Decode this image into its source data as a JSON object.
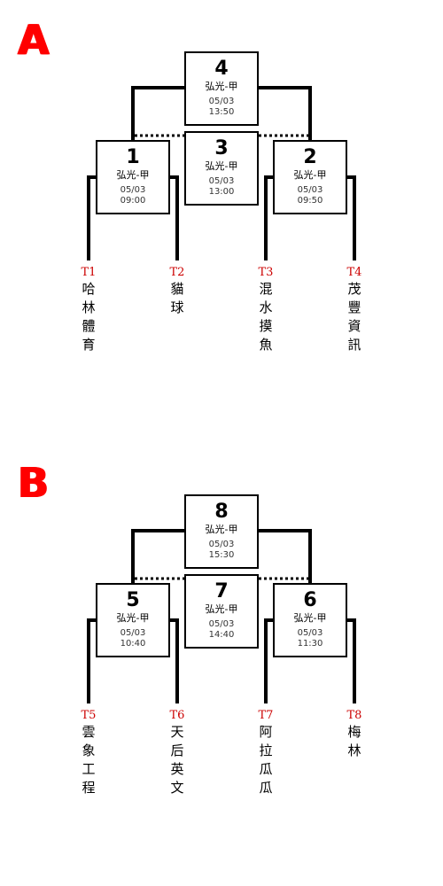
{
  "groups": [
    {
      "label": "A",
      "matches": [
        {
          "num": "1",
          "venue": "弘光-甲",
          "date": "05/03",
          "time": "09:00"
        },
        {
          "num": "2",
          "venue": "弘光-甲",
          "date": "05/03",
          "time": "09:50"
        },
        {
          "num": "3",
          "venue": "弘光-甲",
          "date": "05/03",
          "time": "13:00"
        },
        {
          "num": "4",
          "venue": "弘光-甲",
          "date": "05/03",
          "time": "13:50"
        }
      ],
      "teams": [
        {
          "code": "T1",
          "name": "哈林體育"
        },
        {
          "code": "T2",
          "name": "貓球"
        },
        {
          "code": "T3",
          "name": "混水摸魚"
        },
        {
          "code": "T4",
          "name": "茂豐資訊"
        }
      ]
    },
    {
      "label": "B",
      "matches": [
        {
          "num": "5",
          "venue": "弘光-甲",
          "date": "05/03",
          "time": "10:40"
        },
        {
          "num": "6",
          "venue": "弘光-甲",
          "date": "05/03",
          "time": "11:30"
        },
        {
          "num": "7",
          "venue": "弘光-甲",
          "date": "05/03",
          "time": "14:40"
        },
        {
          "num": "8",
          "venue": "弘光-甲",
          "date": "05/03",
          "time": "15:30"
        }
      ],
      "teams": [
        {
          "code": "T5",
          "name": "雲象工程"
        },
        {
          "code": "T6",
          "name": "天后英文"
        },
        {
          "code": "T7",
          "name": "阿拉瓜瓜"
        },
        {
          "code": "T8",
          "name": "梅林"
        }
      ]
    }
  ]
}
